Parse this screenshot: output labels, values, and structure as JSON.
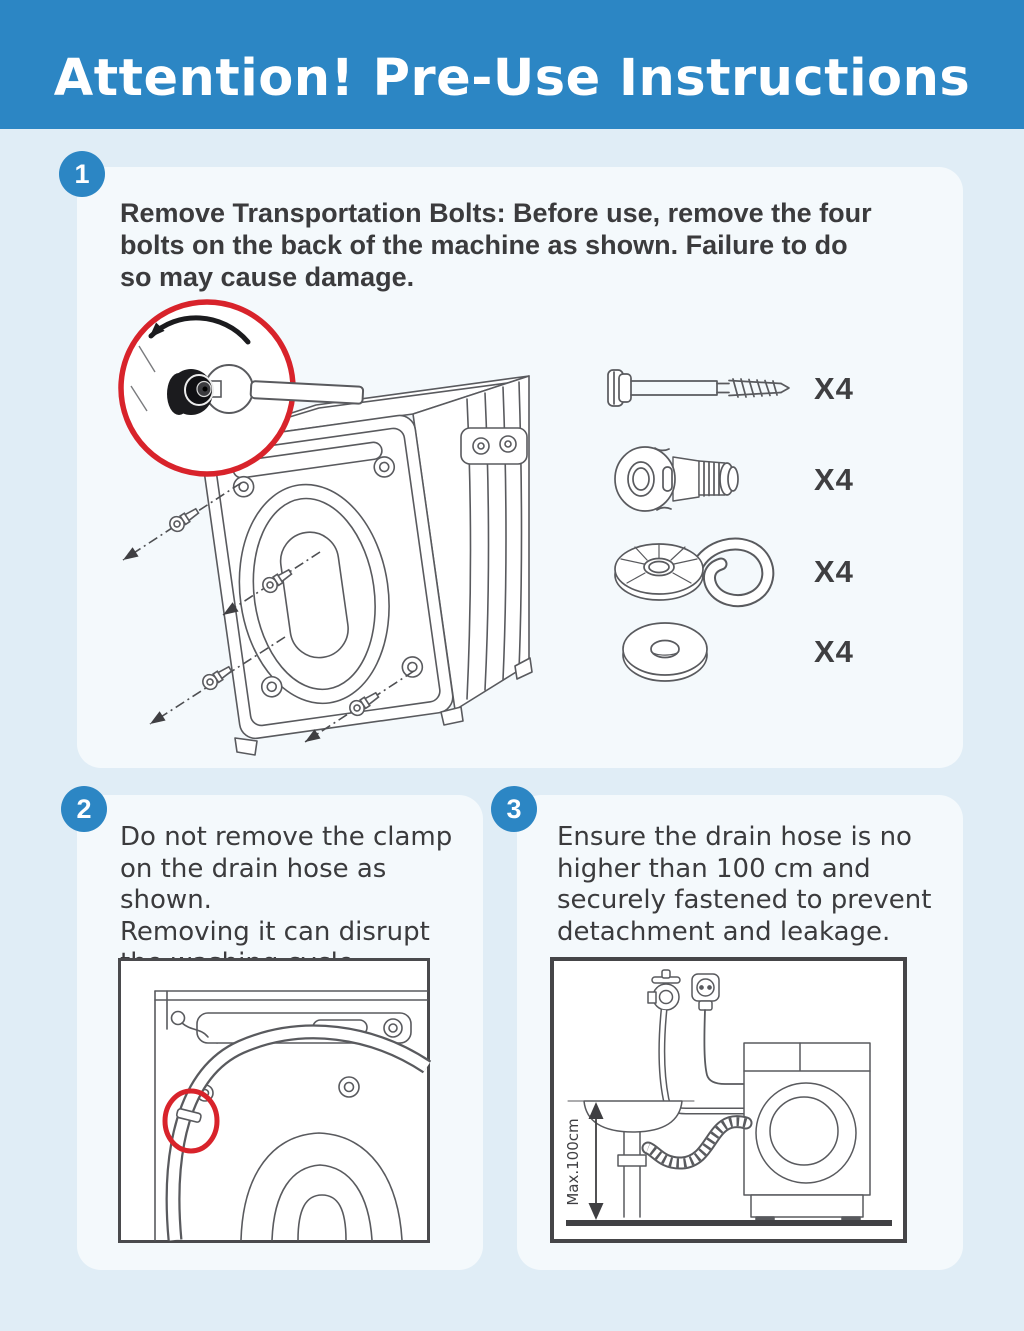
{
  "colors": {
    "header_bg": "#2c86c4",
    "page_bg": "#e0edf6",
    "card_bg": "#f4f9fc",
    "badge_bg": "#2c86c4",
    "text": "#3b3b3d",
    "line_art": "#595a5e",
    "highlight_red": "#d8232b"
  },
  "header": {
    "title": "Attention! Pre-Use Instructions"
  },
  "steps": [
    {
      "number": "1",
      "text": "Remove Transportation Bolts: Before use, remove the four\nbolts on the back of the machine as shown. Failure to do\nso may cause damage."
    },
    {
      "number": "2",
      "text": "Do not remove the clamp\non the drain hose as shown.\nRemoving it can disrupt\nthe washing cycle."
    },
    {
      "number": "3",
      "text": "Ensure the drain hose is no\nhigher than 100 cm and\nsecurely fastened to prevent\ndetachment and leakage."
    }
  ],
  "parts": [
    {
      "name": "transport-bolt",
      "qty": "X4"
    },
    {
      "name": "plastic-spacer",
      "qty": "X4"
    },
    {
      "name": "hole-cover-clamp",
      "qty": "X4"
    },
    {
      "name": "flat-washer",
      "qty": "X4"
    }
  ],
  "step3_diagram": {
    "max_height_label": "Max.100cm"
  }
}
